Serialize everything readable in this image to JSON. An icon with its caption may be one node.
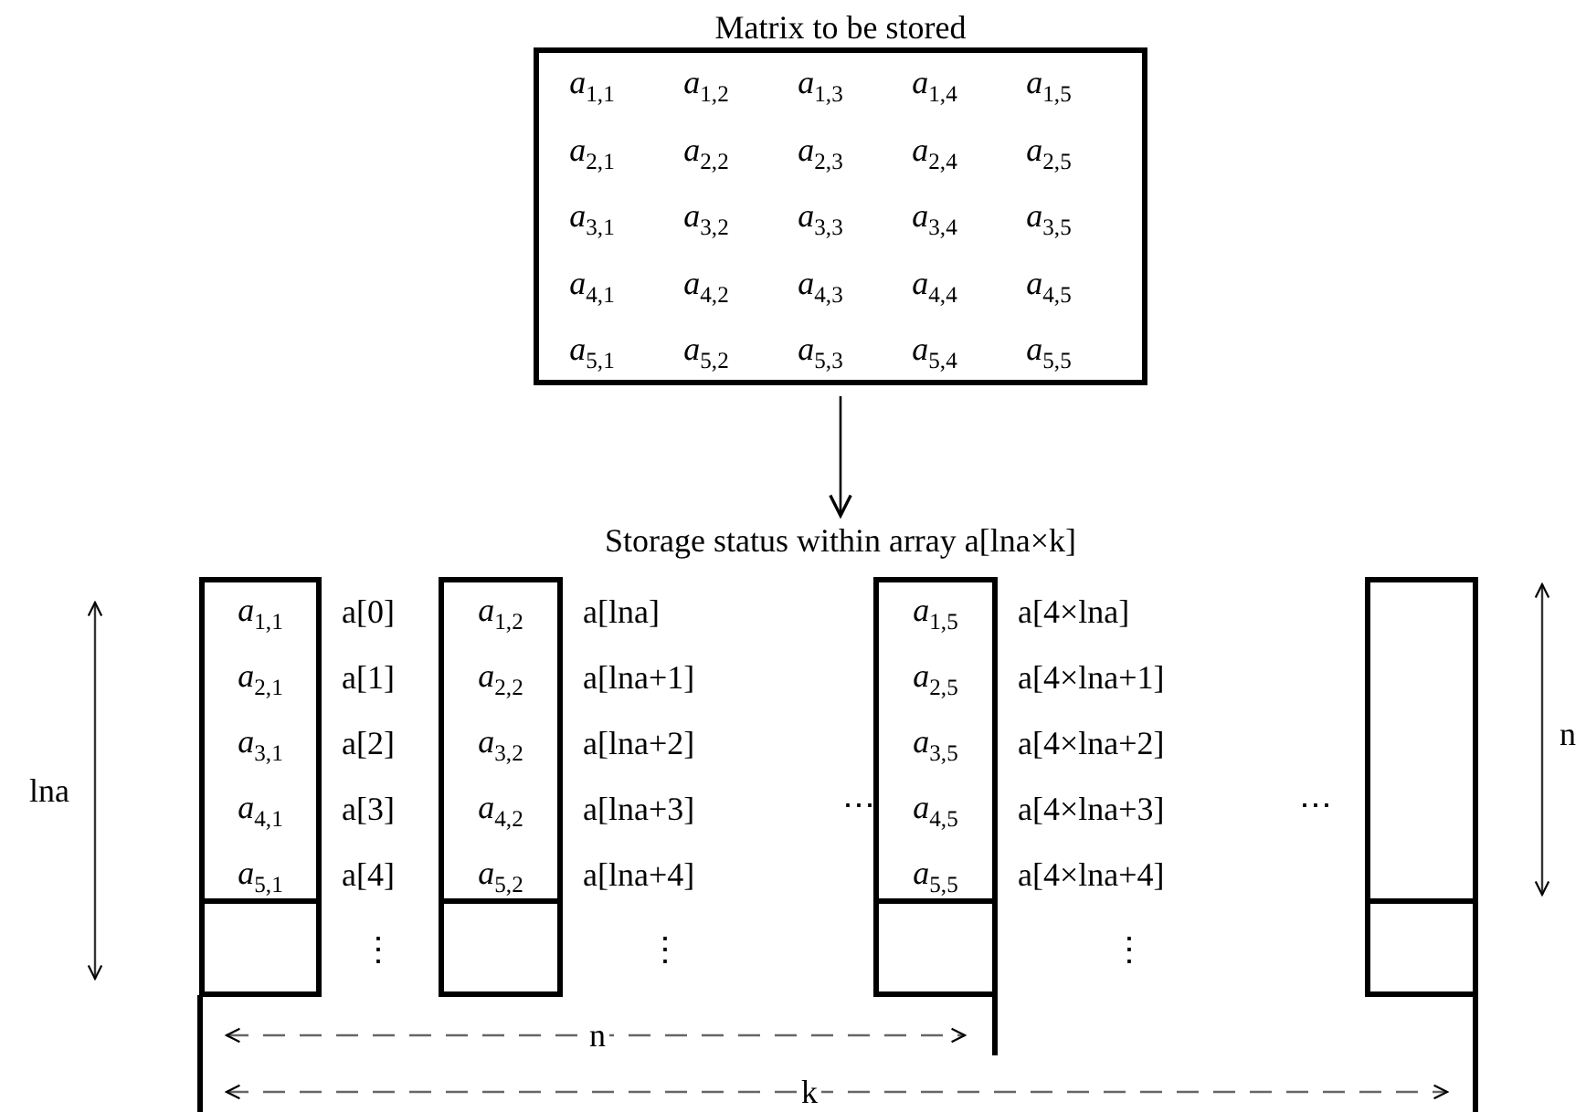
{
  "diagram": {
    "nodes": [
      {
        "text": [
          "Matrix to be stored"
        ]
      },
      {
        "text": [
          "Storage status within array a[lna×k]"
        ]
      },
      {
        "text": [
          "*a*$_{1,1}$",
          "*a*$_{2,1}$",
          "*a*$_{3,1}$",
          "*a*$_{4,1}$",
          "*a*$_{5,1}$"
        ]
      },
      {
        "text": [],
        "shape": "box"
      },
      {
        "text": [
          "*a*$_{1,2}$",
          "*a*$_{2,2}$",
          "*a*$_{3,2}$",
          "*a*$_{4,2}$",
          "*a*$_{5,2}$"
        ]
      },
      {
        "text": [],
        "shape": "box"
      },
      {
        "text": [
          "*a*$_{1,5}$",
          "*a*$_{2,5}$",
          "*a*$_{3,5}$",
          "*a*$_{4,5}$",
          "*a*$_{5,5}$"
        ]
      },
      {
        "text": [],
        "shape": "box"
      },
      {
        "text": [],
        "shape": "box"
      },
      {
        "text": [],
        "shape": "box"
      }
    ],
    "edges": [
      {
        "from": 0,
        "to": 1,
        "arrow": "to"
      }
    ],
    "labels": [
      "*a*$_{1,1}$",
      "*a*$_{1,2}$",
      "*a*$_{1,3}$",
      "*a*$_{1,4}$",
      "*a*$_{1,5}$",
      "*a*$_{2,1}$",
      "*a*$_{2,2}$",
      "*a*$_{2,3}$",
      "*a*$_{2,4}$",
      "*a*$_{2,5}$",
      "*a*$_{3,1}$",
      "*a*$_{3,2}$",
      "*a*$_{3,3}$",
      "*a*$_{3,4}$",
      "*a*$_{3,5}$",
      "*a*$_{4,1}$",
      "*a*$_{4,2}$",
      "*a*$_{4,3}$",
      "*a*$_{4,4}$",
      "*a*$_{4,5}$",
      "*a*$_{5,1}$",
      "*a*$_{5,2}$",
      "*a*$_{5,3}$",
      "*a*$_{5,4}$",
      "*a*$_{5,5}$",
      "a[0]",
      "a[1]",
      "a[2]",
      "a[3]",
      "a[4]",
      "a[lna]",
      "a[lna+1]",
      "a[lna+2]",
      "a[lna+3]",
      "a[lna+4]",
      "a[4×lna]",
      "a[4×lna+1]",
      "a[4×lna+2]",
      "a[4×lna+3]",
      "a[4×lna+4]",
      "⋮",
      "⋮",
      "⋮",
      "⋯",
      "⋯",
      "lna",
      "n",
      "n",
      "k"
    ]
  }
}
